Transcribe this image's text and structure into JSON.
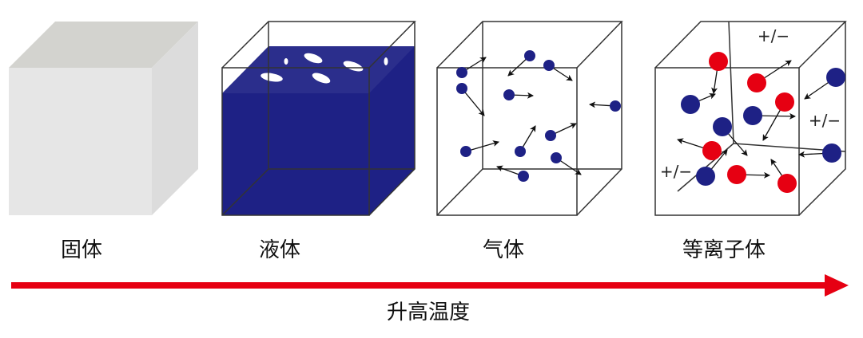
{
  "states": [
    {
      "label": "固体"
    },
    {
      "label": "液体"
    },
    {
      "label": "气体"
    },
    {
      "label": "等离子体"
    }
  ],
  "charge_labels": [
    "+/−",
    "+/−",
    "+/−"
  ],
  "arrow": {
    "label": "升高温度",
    "color": "#e60012"
  },
  "colors": {
    "solid_front": "#e6e6e6",
    "solid_top": "#d3d3cf",
    "solid_side": "#dcdcdc",
    "liquid": "#1e2185",
    "particle_blue": "#1e2185",
    "particle_red": "#e60012"
  }
}
